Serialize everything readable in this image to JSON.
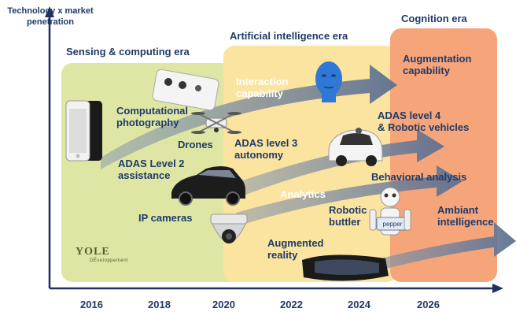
{
  "y_axis_label_line1": "Technology x market",
  "y_axis_label_line2": "penetration",
  "eras": {
    "sensing": "Sensing & computing era",
    "ai": "Artificial intelligence era",
    "cognition": "Cognition era"
  },
  "years": [
    "2016",
    "2018",
    "2020",
    "2022",
    "2024",
    "2026"
  ],
  "labels": {
    "computational_photography_1": "Computational",
    "computational_photography_2": "photography",
    "drones": "Drones",
    "adas2_1": "ADAS Level 2",
    "adas2_2": "assistance",
    "ip_cameras": "IP cameras",
    "interaction_1": "Interaction",
    "interaction_2": "capability",
    "adas3_1": "ADAS level  3",
    "adas3_2": "autonomy",
    "analytics": "Analytics",
    "augmented_1": "Augmented",
    "augmented_2": "reality",
    "robotic_1": "Robotic",
    "robotic_2": "buttler",
    "augmentation_1": "Augmentation",
    "augmentation_2": "capability",
    "adas4_1": "ADAS level  4",
    "adas4_2": "& Robotic vehicles",
    "behavioral": "Behavioral analysis",
    "ambiant_1": "Ambiant",
    "ambiant_2": "intelligence"
  },
  "logo": "YOLE",
  "logo_sub": "DÉveloppement",
  "pepper_screen": "pepper",
  "colors": {
    "sensing_bg": "#dfe6a4",
    "ai_bg": "#fbe3a0",
    "cognition_bg": "#f6a47a",
    "arrow": "#6a7d96",
    "text": "#1f3a68",
    "axis": "#1f2f60"
  },
  "images": [
    "iphone",
    "phone-camera",
    "drone",
    "car",
    "ip-camera",
    "blue-head",
    "self-driving-car",
    "robot",
    "ar-headset"
  ]
}
